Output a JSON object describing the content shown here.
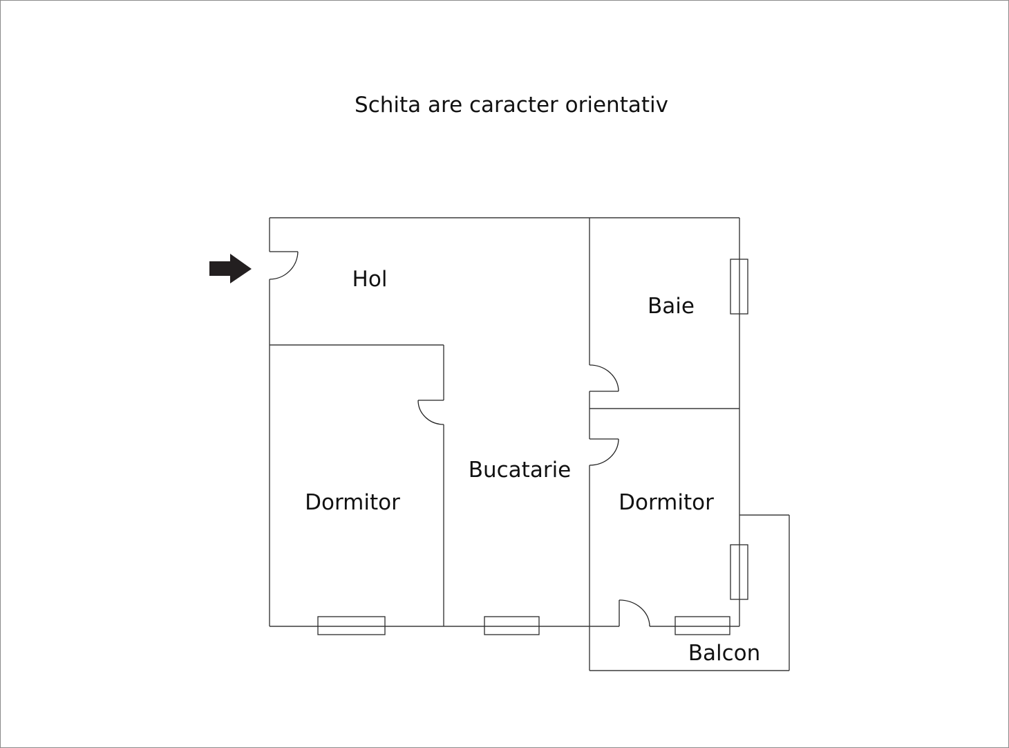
{
  "title": "Schita are caracter orientativ",
  "rooms": {
    "hol": "Hol",
    "baie": "Baie",
    "bucatarie": "Bucatarie",
    "dormitor_left": "Dormitor",
    "dormitor_right": "Dormitor",
    "balcon": "Balcon"
  },
  "icons": {
    "entrance": "arrow-right-icon"
  },
  "colors": {
    "walls": "#3a3a3a",
    "text": "#111111",
    "arrow": "#231f20",
    "frame": "#8a8a8a"
  }
}
